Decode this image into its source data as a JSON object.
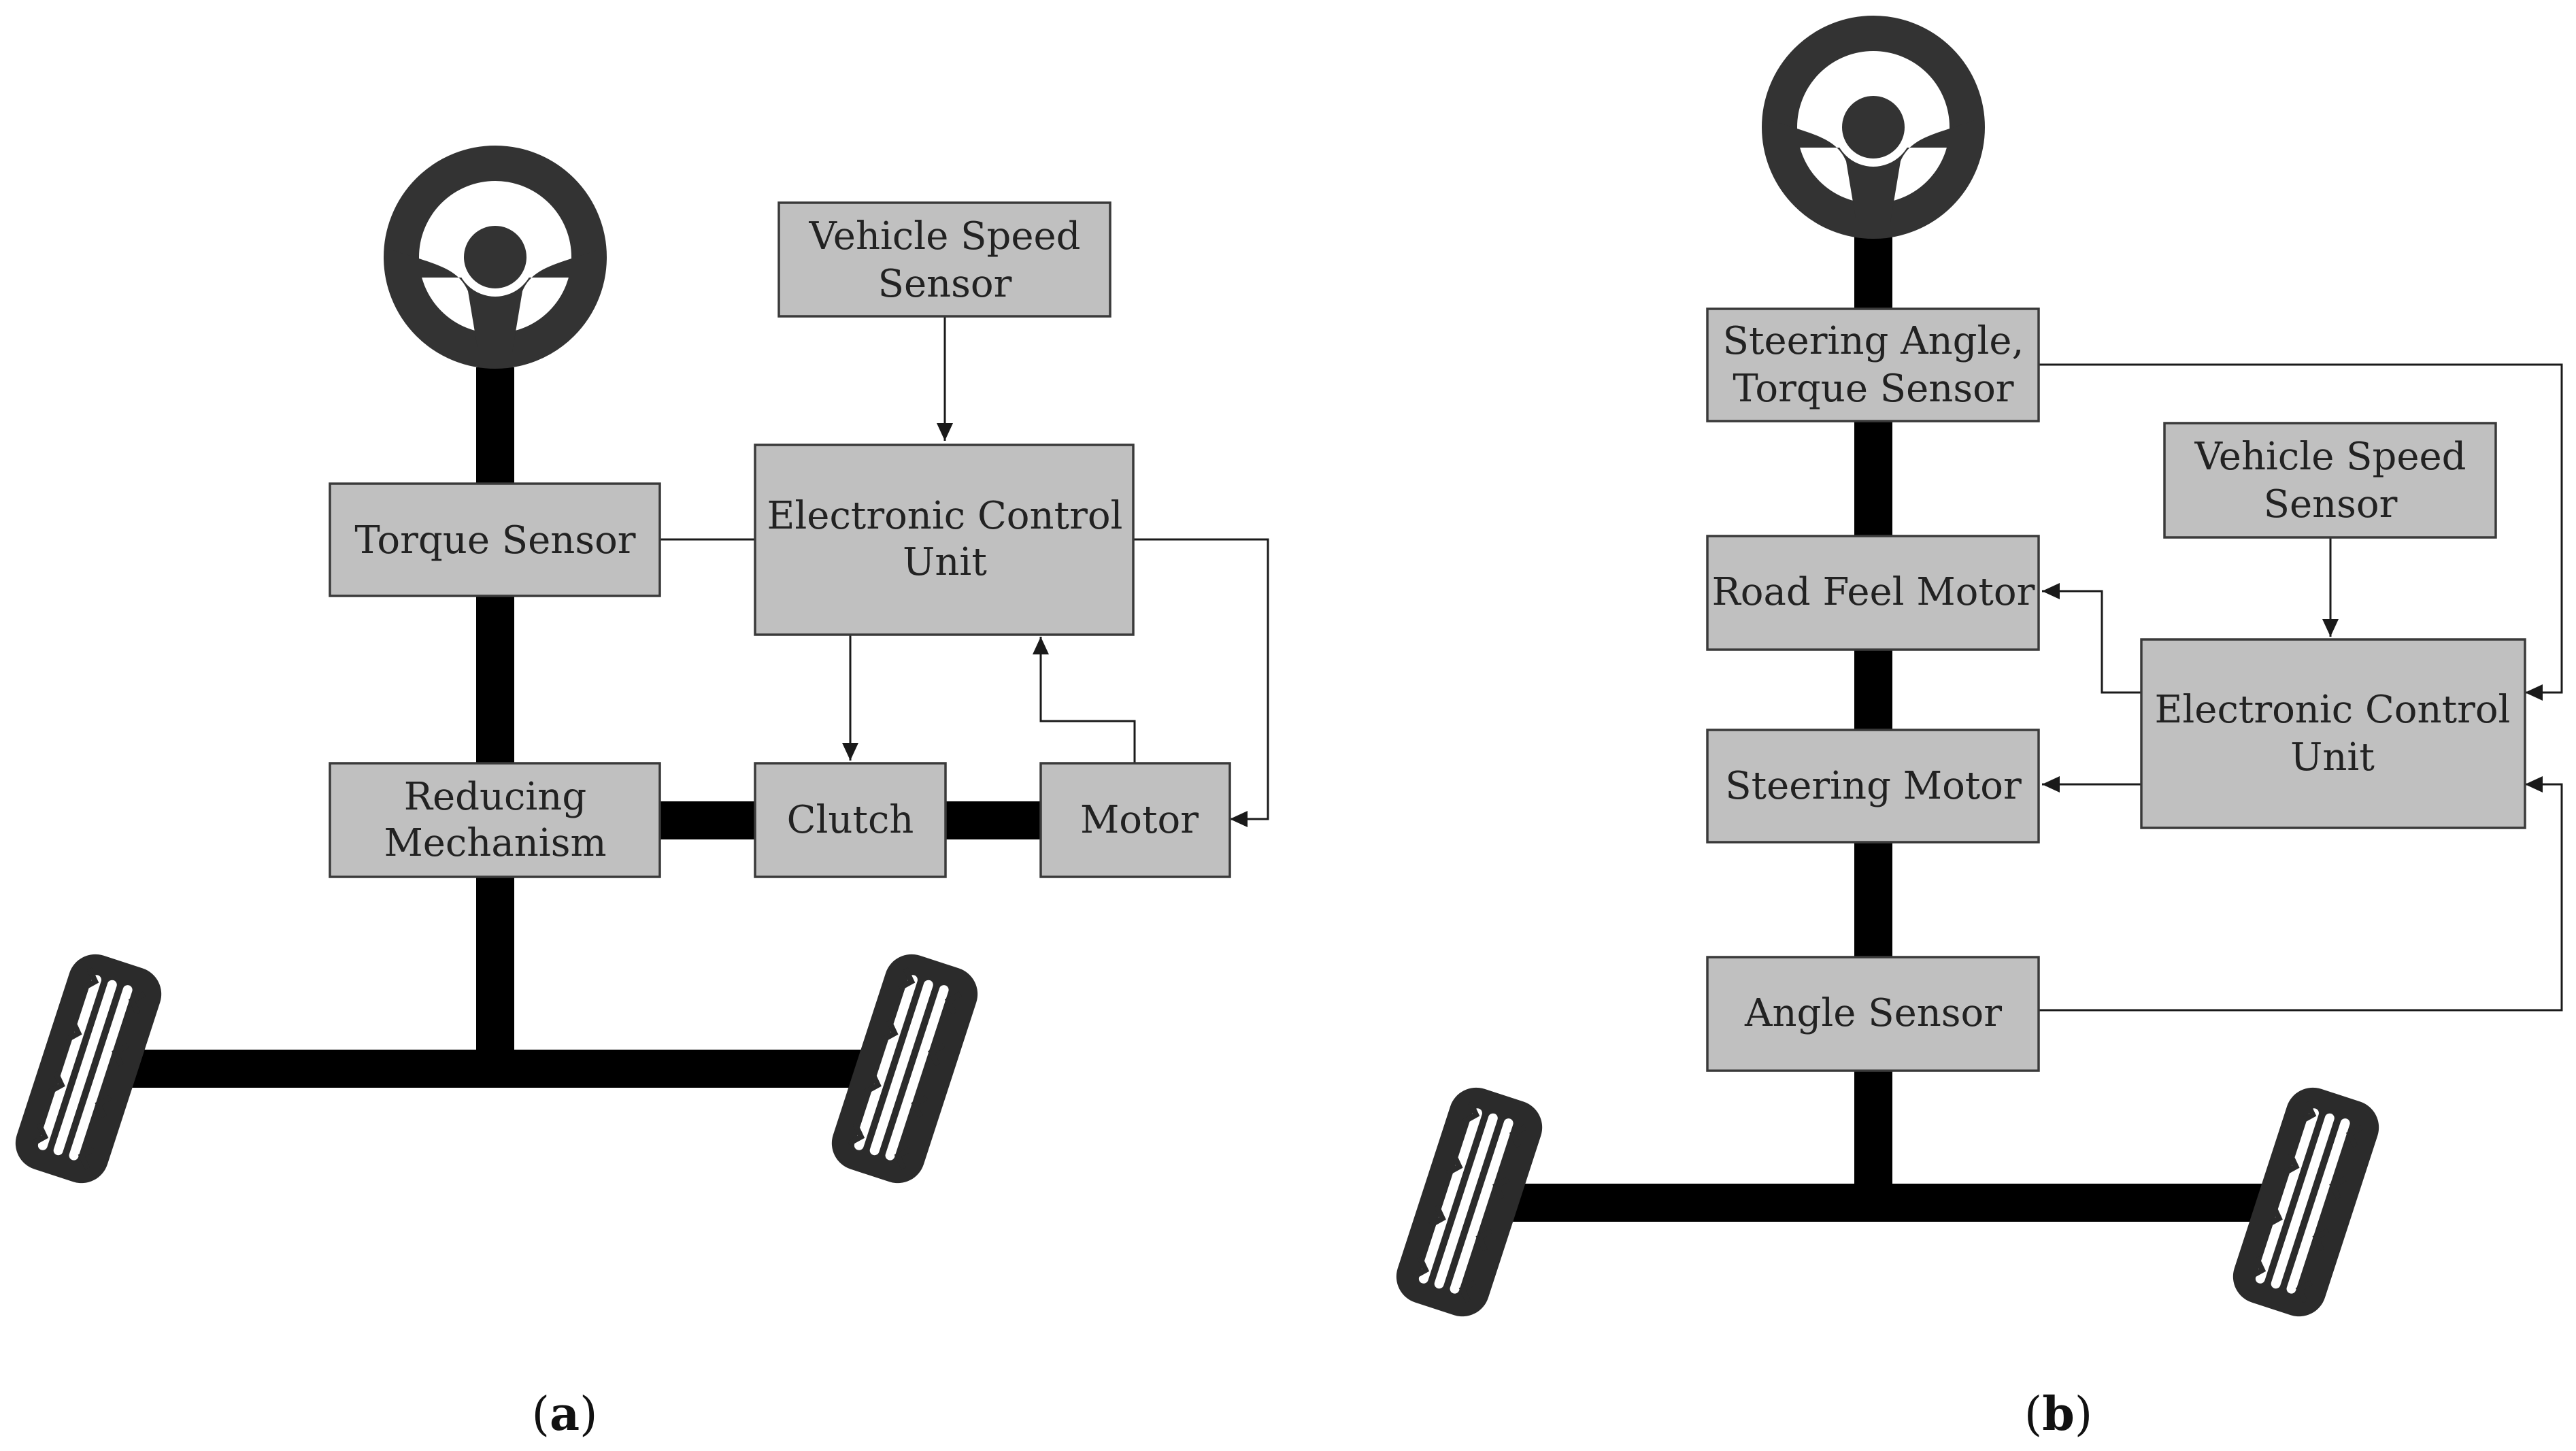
{
  "panel_a": {
    "caption_letter": "a",
    "blocks": {
      "vehicle_speed_sensor": [
        "Vehicle Speed",
        "Sensor"
      ],
      "torque_sensor": [
        "Torque Sensor"
      ],
      "ecu": [
        "Electronic Control",
        "Unit"
      ],
      "reducing_mechanism": [
        "Reducing",
        "Mechanism"
      ],
      "clutch": [
        "Clutch"
      ],
      "motor": [
        "Motor"
      ]
    }
  },
  "panel_b": {
    "caption_letter": "b",
    "blocks": {
      "steering_angle_torque_sensor": [
        "Steering Angle,",
        "Torque Sensor"
      ],
      "vehicle_speed_sensor": [
        "Vehicle Speed",
        "Sensor"
      ],
      "road_feel_motor": [
        "Road Feel Motor"
      ],
      "ecu": [
        "Electronic Control",
        "Unit"
      ],
      "steering_motor": [
        "Steering Motor"
      ],
      "angle_sensor": [
        "Angle Sensor"
      ]
    }
  },
  "caption_parens": {
    "open": "(",
    "close": ")"
  }
}
